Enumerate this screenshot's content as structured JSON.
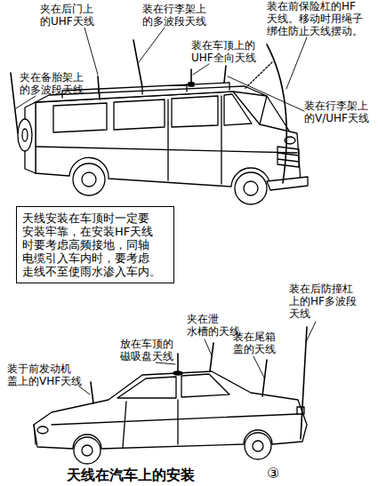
{
  "diagram": {
    "caption": "天线在汽车上的安装",
    "nodes": [
      {
        "text": [
          "天线安装在车顶时一定要 安装牢靠，在安装HF天线 时要考虑高频接地，同轴 电缆引入车内时，要考虑 走线不至使雨水渗入车内。"
        ]
      }
    ],
    "labels": [
      "夹在后门上 的UHF天线",
      "装在行李架上 的多波段天线",
      "装在前保险杠的HF 天线。移动时用绳子 绑住防止天线摆动。",
      "装在车顶上的 UHF全向天线",
      "夹在备胎架上 的多波段天线",
      "装在行李架上 的V/UHF天线",
      "装在后防撞杠 上的HF多波段 天线",
      "夹在泄 水槽的天线",
      "装在尾箱 盖的天线",
      "放在车顶的 磁吸盘天线",
      "装于前发动机 盖上的VHF天线",
      "③"
    ]
  }
}
